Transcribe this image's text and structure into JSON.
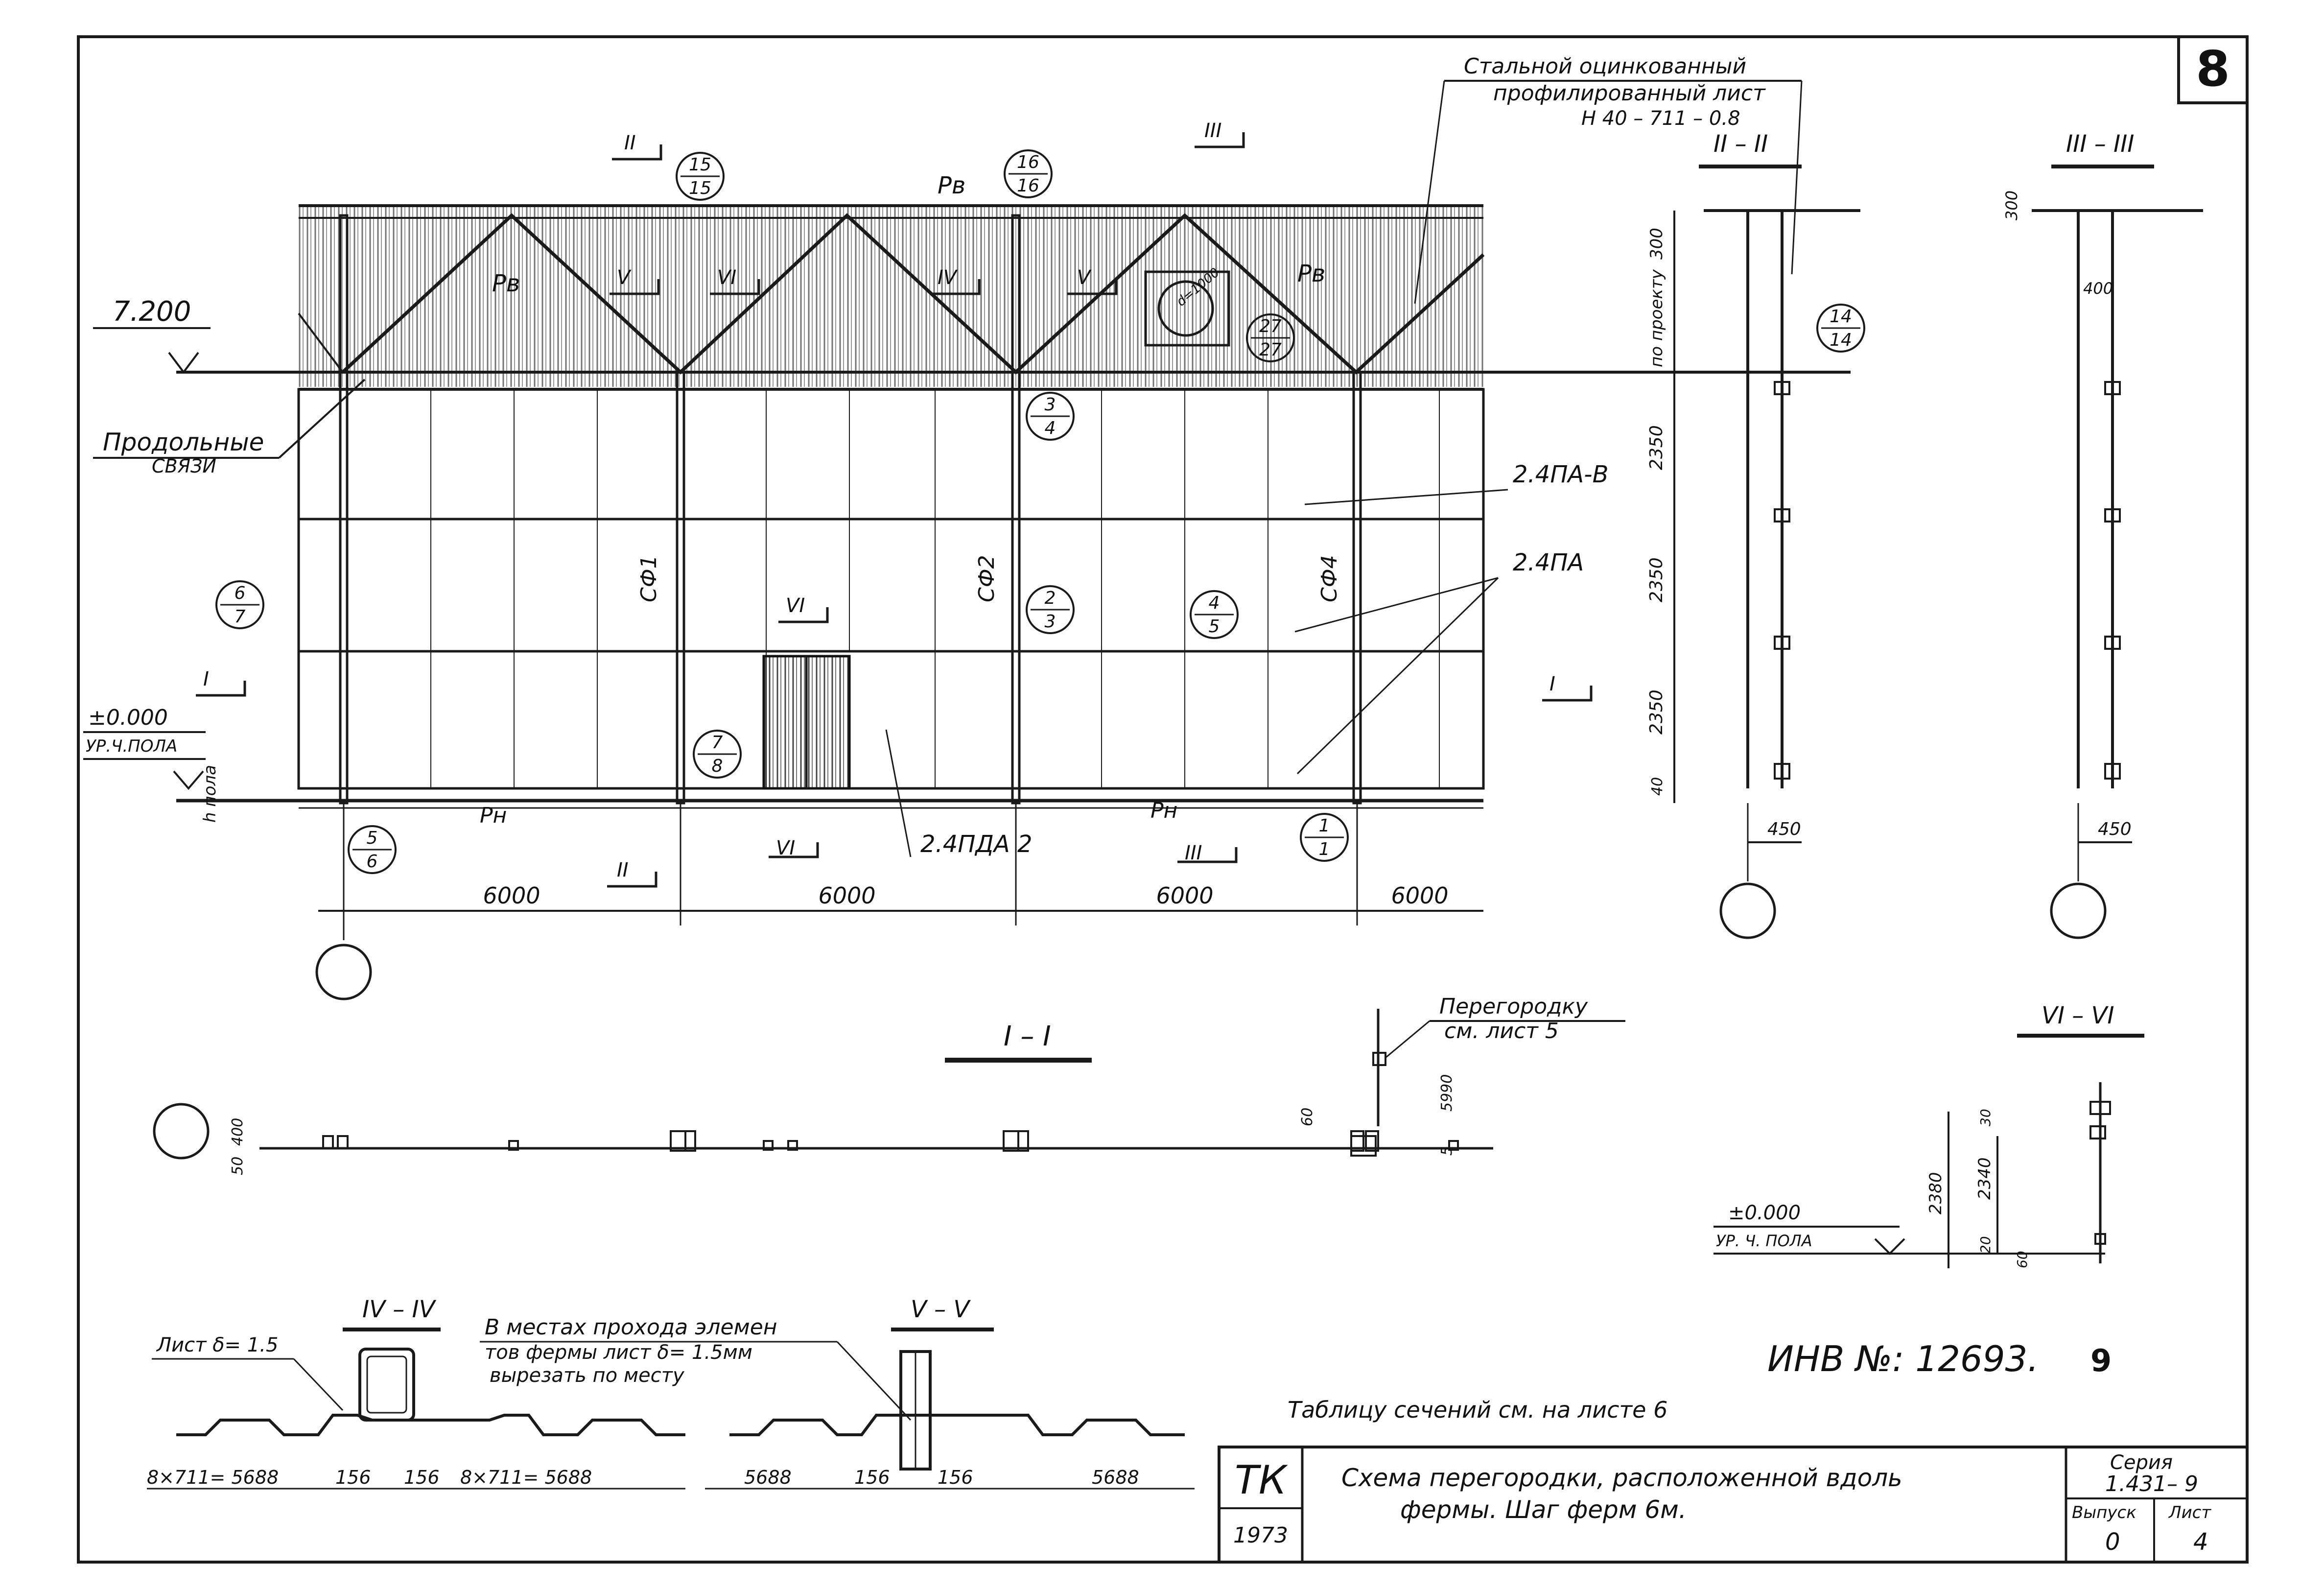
{
  "sheet_number": "8",
  "sheet_note_number": "9",
  "inventory_number": "ИНВ №: 12693.",
  "roof_sheet_note": {
    "line1": "Стальной оцинкованный",
    "line2": "профилированный лист",
    "line3": "Н 40 – 711 – 0.8"
  },
  "elevation": {
    "level_top": "7.200",
    "level_zero": "±0.000",
    "floor_label": "УР.Ч.ПОЛА",
    "floor_mark": "h пола",
    "long_ties": "Продольные",
    "long_ties_2": "СВЯЗИ",
    "spans": [
      "6000",
      "6000",
      "6000",
      "6000"
    ],
    "column_marks": [
      "СФ1",
      "СФ2",
      "СФ4"
    ],
    "panel_b": "2.4ПА-В",
    "panel_a": "2.4ПА",
    "panel_g": "2.4ПДА 2",
    "pv": "Рв",
    "pn": "Рн",
    "callouts": [
      {
        "top": "15",
        "bottom": "15"
      },
      {
        "top": "16",
        "bottom": "16"
      },
      {
        "top": "27",
        "bottom": "27"
      },
      {
        "top": "3",
        "bottom": "4"
      },
      {
        "top": "6",
        "bottom": "7"
      },
      {
        "top": "2",
        "bottom": "3"
      },
      {
        "top": "4",
        "bottom": "5"
      },
      {
        "top": "7",
        "bottom": "8"
      },
      {
        "top": "5",
        "bottom": "6"
      },
      {
        "top": "1",
        "bottom": "1"
      },
      {
        "top": "14",
        "bottom": "14"
      }
    ],
    "section_marks": [
      "II",
      "III",
      "IV",
      "V",
      "VI",
      "I"
    ],
    "hatch_dia": "d=1000"
  },
  "section_2": {
    "title": "II – II",
    "dims": [
      "300",
      "по проекту",
      "2350",
      "2350",
      "2350",
      "40"
    ],
    "bottom": "450"
  },
  "section_3": {
    "title": "III – III",
    "dims": [
      "300",
      "400"
    ],
    "bottom": "450"
  },
  "section_1": {
    "title": "I – I",
    "note_line1": "Перегородку",
    "note_line2": "см. лист 5",
    "dims": [
      "400",
      "50",
      "60",
      "5990",
      "5"
    ]
  },
  "section_6": {
    "title": "VI – VI",
    "level": "±0.000",
    "floor": "УР. Ч. ПОЛА",
    "dims": [
      "2380",
      "2340",
      "30",
      "20",
      "60"
    ]
  },
  "section_4": {
    "title": "IV – IV",
    "sheet": "Лист δ= 1.5",
    "dims": [
      "8×711= 5688",
      "156",
      "156",
      "8×711= 5688"
    ]
  },
  "section_5": {
    "title": "V – V",
    "dims": [
      "5688",
      "156",
      "156",
      "5688"
    ]
  },
  "cut_note": {
    "line1": "В местах прохода элемен",
    "line2": "тов фермы лист δ= 1.5мм",
    "line3": "вырезать по месту"
  },
  "table_note": "Таблицу сечений см. на листе 6",
  "title_block": {
    "logo": "ТК",
    "year": "1973",
    "title_line1": "Схема перегородки, расположенной вдоль",
    "title_line2": "фермы. Шаг ферм 6м.",
    "series_label": "Серия",
    "series_value": "1.431– 9",
    "issue_label": "Выпуск",
    "issue_value": "0",
    "sheet_label": "Лист",
    "sheet_value": "4"
  }
}
